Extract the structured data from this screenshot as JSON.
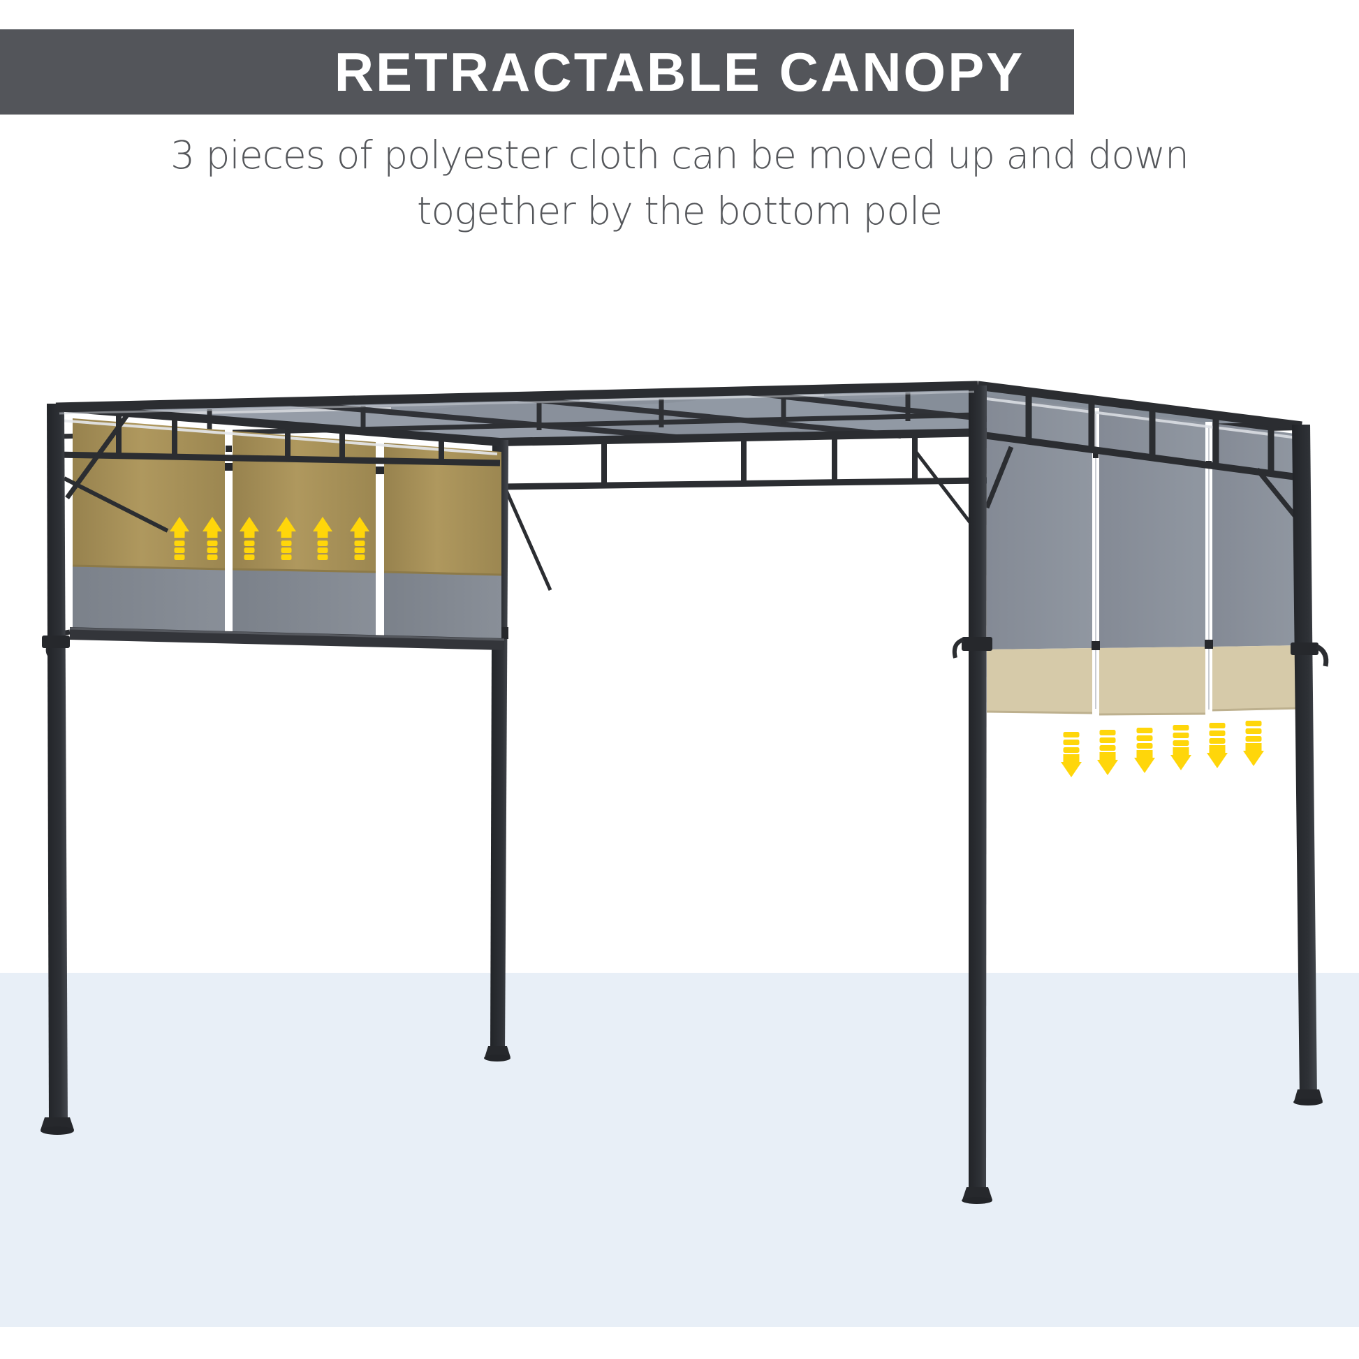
{
  "header": {
    "title": "RETRACTABLE CANOPY",
    "subtitle_line1": "3 pieces of polyester cloth can be moved up and down",
    "subtitle_line2": "together by the bottom pole"
  },
  "diagram": {
    "up_arrows": {
      "count": 6,
      "direction": "up",
      "meaning": "canopy cloth moves up"
    },
    "down_arrows": {
      "count": 6,
      "direction": "down",
      "meaning": "canopy cloth moves down"
    },
    "colors": {
      "banner": "#53555A",
      "title_text": "#FFFFFF",
      "subtitle_text": "#54565A",
      "frame_black": "#2B2D32",
      "roof_canopy_gray": "#8F96A1",
      "left_cloth_tan": "#A68F55",
      "left_cloth_gray": "#80868F",
      "right_cloth_gray": "#8A919B",
      "right_cloth_beige": "#D6CAA9",
      "arrow_yellow": "#FFD60A",
      "ground_blue": "#E8EFF7"
    }
  }
}
